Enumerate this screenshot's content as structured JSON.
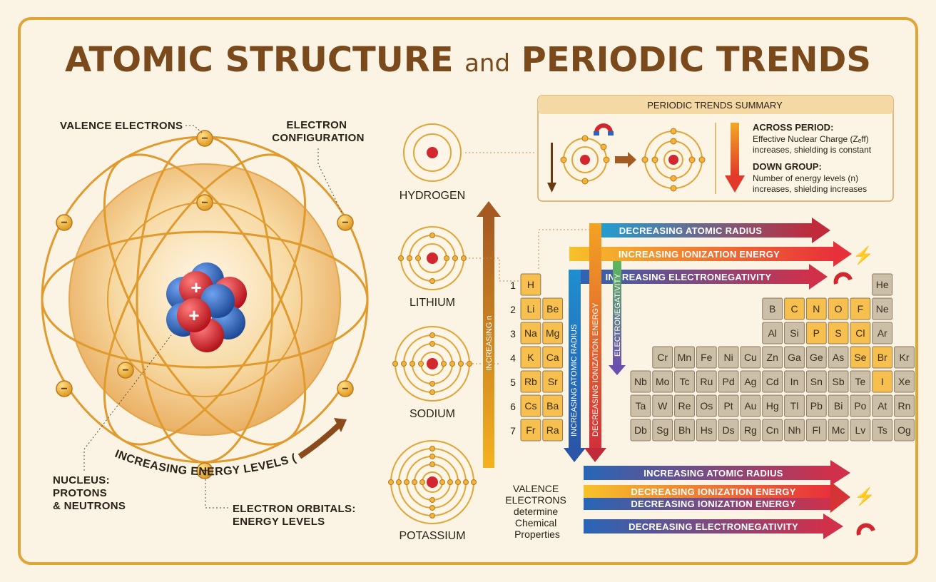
{
  "title": {
    "part1": "ATOMIC STRUCTURE",
    "part2": "and",
    "part3": "PERIODIC TRENDS"
  },
  "atom": {
    "valence_label": "VALENCE ELECTRONS",
    "config_label": [
      "ELECTRON",
      "CONFIGURATION"
    ],
    "nucleus_label": [
      "NUCLEUS:",
      "PROTONS",
      "& NEUTRONS"
    ],
    "orbitals_label": [
      "ELECTRON ORBITALS:",
      "ENERGY LEVELS"
    ],
    "energy_label": "INCREASING ENERGY LEVELS (n)",
    "electron_sign": "−",
    "proton_sign": "+"
  },
  "elements_column": {
    "items": [
      {
        "name": "HYDROGEN",
        "shells": 1
      },
      {
        "name": "LITHIUM",
        "shells": 2
      },
      {
        "name": "SODIUM",
        "shells": 3
      },
      {
        "name": "POTASSIUM",
        "shells": 4
      }
    ],
    "increasing_n": "INCREASING n",
    "valence_note": [
      "VALENCE",
      "ELECTRONS",
      "determine",
      "Chemical",
      "Properties"
    ]
  },
  "summary": {
    "header": "PERIODIC TRENDS SUMMARY",
    "across_title": "ACROSS PERIOD:",
    "across_lines": [
      "Effective Nuclear Charge (Zₑff)",
      "increases, shielding is constant"
    ],
    "down_title": "DOWN GROUP:",
    "down_lines": [
      "Number of energy levels (n)",
      "increases, shielding increases"
    ]
  },
  "trends_top": [
    "DECREASING ATOMIC RADIUS",
    "INCREASING IONIZATION ENERGY",
    "INCREASING ELECTRONEGATIVITY"
  ],
  "trends_bottom": [
    "INCREASING ATOMIC RADIUS",
    "DECREASING IONIZATION ENERGY",
    "DECREASING IONIZATION ENERGY",
    "DECREASING ELECTRONEGATIVITY"
  ],
  "vertical_trends": [
    "INCREASING ATOMIC RADIUS",
    "DECREASING IONIZATION ENERGY",
    "ELECTRONEGATIVITY"
  ],
  "period_numbers": [
    "1",
    "2",
    "3",
    "4",
    "5",
    "6",
    "7"
  ],
  "table": {
    "rows": [
      [
        [
          "H",
          "y",
          0
        ],
        [
          "He",
          "t",
          17
        ]
      ],
      [
        [
          "Li",
          "y",
          0
        ],
        [
          "Be",
          "y",
          1
        ],
        [
          "B",
          "t",
          12
        ],
        [
          "C",
          "y",
          13
        ],
        [
          "N",
          "y",
          14
        ],
        [
          "O",
          "y",
          15
        ],
        [
          "F",
          "y",
          16
        ],
        [
          "Ne",
          "t",
          17
        ]
      ],
      [
        [
          "Na",
          "y",
          0
        ],
        [
          "Mg",
          "y",
          1
        ],
        [
          "Al",
          "t",
          12
        ],
        [
          "Si",
          "t",
          13
        ],
        [
          "P",
          "y",
          14
        ],
        [
          "S",
          "y",
          15
        ],
        [
          "Cl",
          "y",
          16
        ],
        [
          "Ar",
          "t",
          17
        ]
      ],
      [
        [
          "K",
          "y",
          0
        ],
        [
          "Ca",
          "y",
          1
        ],
        [
          "Cr",
          "t",
          5
        ],
        [
          "Mn",
          "t",
          6
        ],
        [
          "Fe",
          "t",
          7
        ],
        [
          "Ni",
          "t",
          8
        ],
        [
          "Cu",
          "t",
          9
        ],
        [
          "Zn",
          "t",
          10
        ],
        [
          "Ga",
          "t",
          11
        ],
        [
          "Ge",
          "t",
          12
        ],
        [
          "As",
          "t",
          13
        ],
        [
          "Se",
          "y",
          14
        ],
        [
          "Br",
          "y",
          15
        ],
        [
          "Kr",
          "t",
          16
        ]
      ],
      [
        [
          "Rb",
          "y",
          0
        ],
        [
          "Sr",
          "y",
          1
        ],
        [
          "Nb",
          "t",
          4
        ],
        [
          "Mo",
          "t",
          5
        ],
        [
          "Tc",
          "t",
          6
        ],
        [
          "Ru",
          "t",
          7
        ],
        [
          "Pd",
          "t",
          8
        ],
        [
          "Ag",
          "t",
          9
        ],
        [
          "Cd",
          "t",
          10
        ],
        [
          "In",
          "t",
          11
        ],
        [
          "Sn",
          "t",
          12
        ],
        [
          "Sb",
          "t",
          13
        ],
        [
          "Te",
          "t",
          14
        ],
        [
          "I",
          "y",
          15
        ],
        [
          "Xe",
          "t",
          16
        ]
      ],
      [
        [
          "Cs",
          "y",
          0
        ],
        [
          "Ba",
          "y",
          1
        ],
        [
          "Ta",
          "t",
          4
        ],
        [
          "W",
          "t",
          5
        ],
        [
          "Re",
          "t",
          6
        ],
        [
          "Os",
          "t",
          7
        ],
        [
          "Pt",
          "t",
          8
        ],
        [
          "Au",
          "t",
          9
        ],
        [
          "Hg",
          "t",
          10
        ],
        [
          "Tl",
          "t",
          11
        ],
        [
          "Pb",
          "t",
          12
        ],
        [
          "Bi",
          "t",
          13
        ],
        [
          "Po",
          "t",
          14
        ],
        [
          "At",
          "t",
          15
        ],
        [
          "Rn",
          "t",
          16
        ]
      ],
      [
        [
          "Fr",
          "y",
          0
        ],
        [
          "Ra",
          "y",
          1
        ],
        [
          "Db",
          "t",
          4
        ],
        [
          "Sg",
          "t",
          5
        ],
        [
          "Bh",
          "t",
          6
        ],
        [
          "Hs",
          "t",
          7
        ],
        [
          "Ds",
          "t",
          8
        ],
        [
          "Rg",
          "t",
          9
        ],
        [
          "Cn",
          "t",
          10
        ],
        [
          "Nh",
          "t",
          11
        ],
        [
          "Fl",
          "t",
          12
        ],
        [
          "Mc",
          "t",
          13
        ],
        [
          "Lv",
          "t",
          14
        ],
        [
          "Ts",
          "t",
          15
        ],
        [
          "Og",
          "t",
          16
        ]
      ]
    ]
  },
  "colors": {
    "frame": "#e0a537",
    "background": "#fbf3e3",
    "title": "#7a4a1c",
    "orbit": "#e0a537",
    "electron": "#f2b33a",
    "proton": "#d3272f",
    "neutron": "#2f63b5",
    "yellow_cell": "#f6bf4e",
    "tan_cell": "#cbbfa8"
  }
}
